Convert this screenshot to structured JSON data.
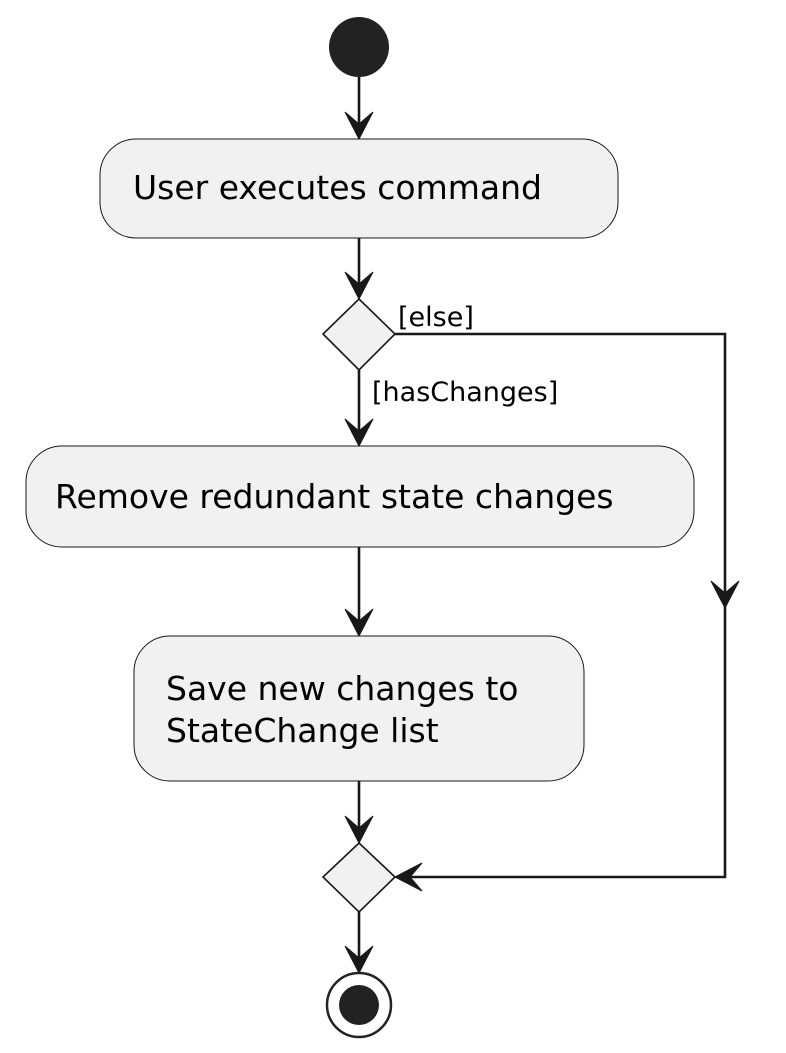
{
  "activities": {
    "user_executes": "User executes command",
    "remove_redundant": "Remove redundant state changes",
    "save_line1": "Save new changes to",
    "save_line2": "StateChange list"
  },
  "guards": {
    "else": "[else]",
    "has_changes": "[hasChanges]"
  },
  "colors": {
    "node_fill": "#f1f1f1",
    "line": "#181818",
    "start_dot": "#222222"
  }
}
